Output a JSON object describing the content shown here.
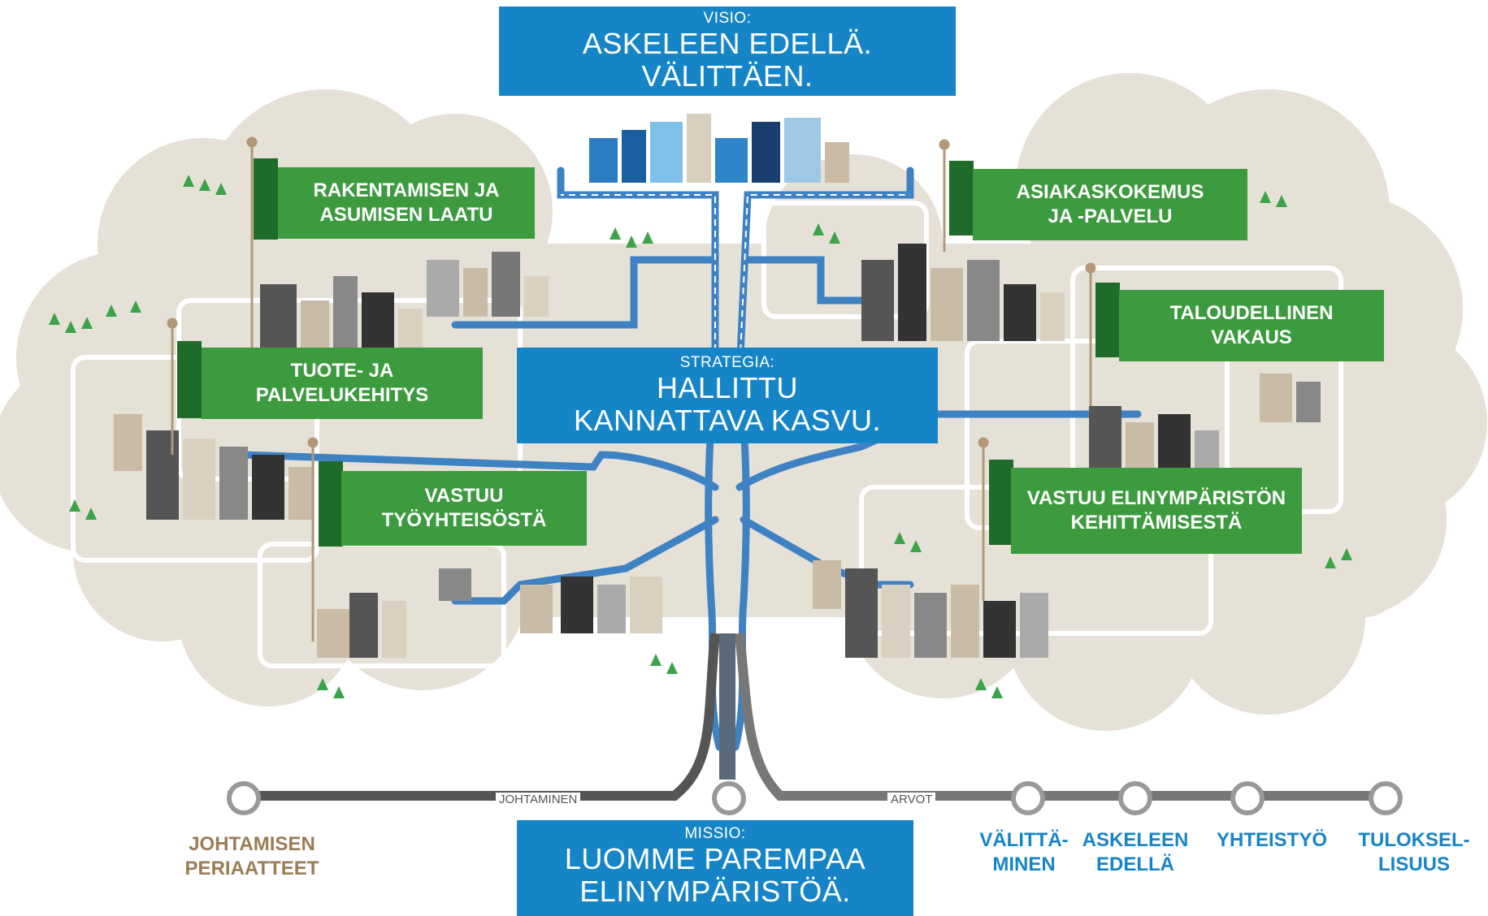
{
  "vision": {
    "label": "VISIO:",
    "line1": "ASKELEEN EDELLÄ.",
    "line2": "VÄLITTÄEN."
  },
  "strategy": {
    "label": "STRATEGIA:",
    "line1": "HALLITTU",
    "line2": "KANNATTAVA KASVU."
  },
  "mission": {
    "label": "MISSIO:",
    "line1": "LUOMME PAREMPAA",
    "line2": "ELINYMPÄRISTÖÄ."
  },
  "goals": {
    "rakentaminen": {
      "line1": "RAKENTAMISEN JA",
      "line2": "ASUMISEN LAATU"
    },
    "tuote": {
      "line1": "TUOTE- JA",
      "line2": "PALVELUKEHITYS"
    },
    "vastuu_tyo": {
      "line1": "VASTUU",
      "line2": "TYÖYHTEISÖSTÄ"
    },
    "asiakas": {
      "line1": "ASIAKASKOKEMUS",
      "line2": "JA -PALVELU"
    },
    "talous": {
      "line1": "TALOUDELLINEN",
      "line2": "VAKAUS"
    },
    "elinymparisto": {
      "line1": "VASTUU ELINYMPÄRISTÖN",
      "line2": "KEHITTÄMISESTÄ"
    }
  },
  "roads": {
    "left_label": "JOHTAMINEN",
    "right_label": "ARVOT"
  },
  "principles": {
    "line1": "JOHTAMISEN",
    "line2": "PERIAATTEET"
  },
  "values": [
    {
      "line1": "VÄLITTÄ-",
      "line2": "MINEN"
    },
    {
      "line1": "ASKELEEN",
      "line2": "EDELLÄ"
    },
    {
      "line1": "YHTEISTYÖ",
      "line2": ""
    },
    {
      "line1": "TULOKSEL-",
      "line2": "LISUUS"
    }
  ],
  "colors": {
    "blue": "#1685c8",
    "green": "#3c9b3e",
    "dark_green": "#1f6b2a",
    "cloud": "#e4dfd5",
    "road": "#3f7fbf",
    "tan_text": "#9c7b55"
  }
}
